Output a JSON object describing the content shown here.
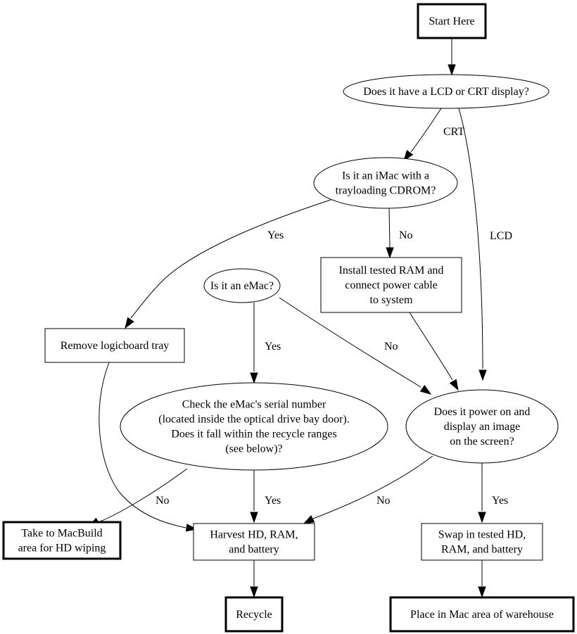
{
  "diagram": {
    "type": "flowchart",
    "nodes": {
      "start": {
        "lines": [
          "Start Here"
        ],
        "shape": "box",
        "terminal": true
      },
      "display_type": {
        "lines": [
          "Does it have a LCD or CRT display?"
        ],
        "shape": "ellipse"
      },
      "imac_tray": {
        "lines": [
          "Is it an iMac with a",
          "trayloading CDROM?"
        ],
        "shape": "ellipse"
      },
      "install_ram": {
        "lines": [
          "Install tested RAM and",
          "connect power cable",
          "to system"
        ],
        "shape": "box"
      },
      "is_emac": {
        "lines": [
          "Is it an eMac?"
        ],
        "shape": "ellipse"
      },
      "remove_tray": {
        "lines": [
          "Remove logicboard tray"
        ],
        "shape": "box"
      },
      "check_serial": {
        "lines": [
          "Check the eMac's serial number",
          "(located inside the optical drive bay door).",
          "Does it fall within the recycle ranges",
          "(see below)?"
        ],
        "shape": "ellipse"
      },
      "power_on": {
        "lines": [
          "Does it power on and",
          "display an image",
          "on the screen?"
        ],
        "shape": "ellipse"
      },
      "macbuild": {
        "lines": [
          "Take to MacBuild",
          "area for HD wiping"
        ],
        "shape": "box",
        "terminal": true
      },
      "harvest": {
        "lines": [
          "Harvest HD, RAM,",
          "and battery"
        ],
        "shape": "box"
      },
      "swap": {
        "lines": [
          "Swap in tested HD,",
          "RAM, and battery"
        ],
        "shape": "box"
      },
      "recycle": {
        "lines": [
          "Recycle"
        ],
        "shape": "box",
        "terminal": true
      },
      "warehouse": {
        "lines": [
          "Place in Mac area of warehouse"
        ],
        "shape": "box",
        "terminal": true
      }
    },
    "edges": [
      {
        "from": "start",
        "to": "display_type",
        "label": ""
      },
      {
        "from": "display_type",
        "to": "imac_tray",
        "label": "CRT"
      },
      {
        "from": "display_type",
        "to": "power_on",
        "label": "LCD"
      },
      {
        "from": "imac_tray",
        "to": "remove_tray",
        "label": "Yes"
      },
      {
        "from": "imac_tray",
        "to": "install_ram",
        "label": "No"
      },
      {
        "from": "install_ram",
        "to": "power_on",
        "label": ""
      },
      {
        "from": "is_emac",
        "to": "check_serial",
        "label": "Yes"
      },
      {
        "from": "is_emac",
        "to": "power_on",
        "label": "No"
      },
      {
        "from": "remove_tray",
        "to": "harvest",
        "label": ""
      },
      {
        "from": "check_serial",
        "to": "macbuild",
        "label": "No"
      },
      {
        "from": "check_serial",
        "to": "harvest",
        "label": "Yes"
      },
      {
        "from": "power_on",
        "to": "harvest",
        "label": "No"
      },
      {
        "from": "power_on",
        "to": "swap",
        "label": "Yes"
      },
      {
        "from": "harvest",
        "to": "recycle",
        "label": ""
      },
      {
        "from": "swap",
        "to": "warehouse",
        "label": ""
      }
    ]
  }
}
